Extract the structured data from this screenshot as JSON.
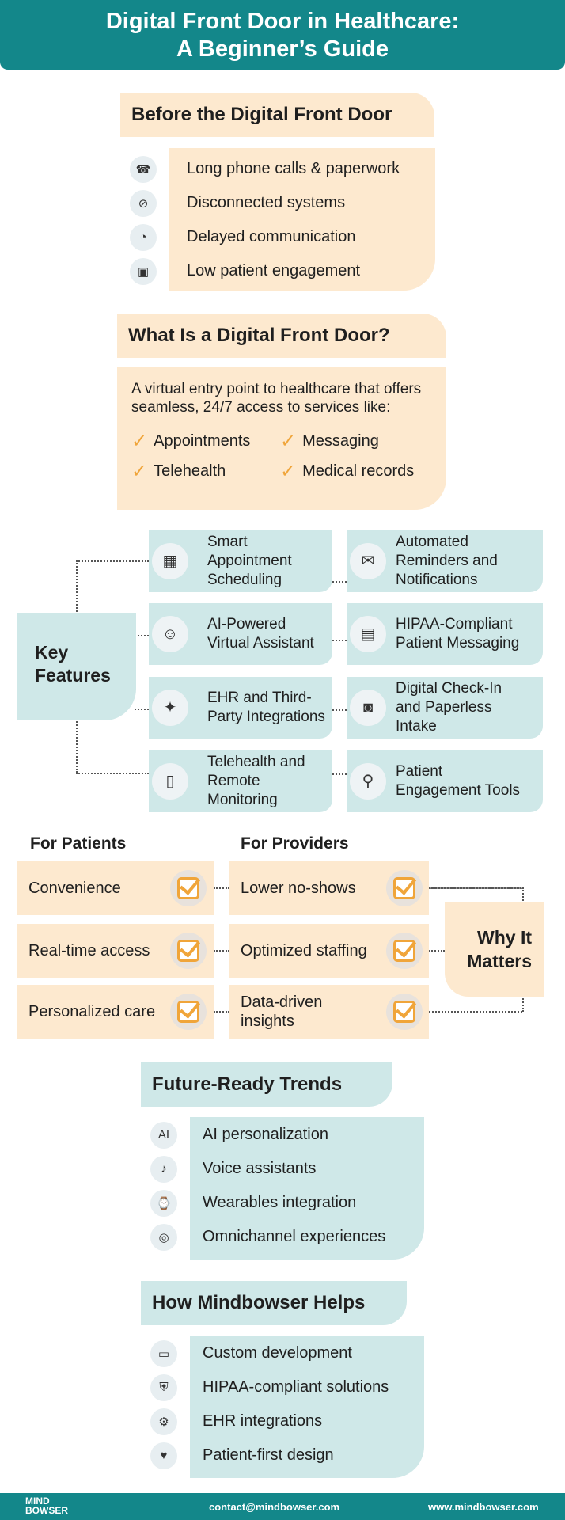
{
  "title": {
    "line1": "Digital Front Door in Healthcare:",
    "line2": "A Beginner’s Guide"
  },
  "before": {
    "heading": "Before the Digital Front Door",
    "items": [
      {
        "label": "Long phone calls & paperwork",
        "icon": "phone-icon"
      },
      {
        "label": "Disconnected systems",
        "icon": "wifi-off-icon"
      },
      {
        "label": "Delayed communication",
        "icon": "chat-clock-icon"
      },
      {
        "label": "Low patient engagement",
        "icon": "patient-card-icon"
      }
    ]
  },
  "what": {
    "heading": "What Is a Digital Front Door?",
    "description": "A virtual entry point to healthcare that offers seamless, 24/7 access to services like:",
    "services": [
      "Appointments",
      "Messaging",
      "Telehealth",
      "Medical records"
    ]
  },
  "features": {
    "heading_line1": "Key",
    "heading_line2": "Features",
    "items": [
      {
        "label": "Smart Appointment Scheduling",
        "icon": "calendar-check-icon"
      },
      {
        "label": "Automated Reminders and Notifications",
        "icon": "envelope-lock-icon"
      },
      {
        "label": "AI-Powered Virtual Assistant",
        "icon": "assistant-laptop-icon"
      },
      {
        "label": "HIPAA-Compliant Patient Messaging",
        "icon": "secure-message-icon"
      },
      {
        "label": "EHR and Third-Party Integrations",
        "icon": "puzzle-icon"
      },
      {
        "label": "Digital Check-In and Paperless Intake",
        "icon": "check-in-icon"
      },
      {
        "label": "Telehealth and Remote Monitoring",
        "icon": "phone-monitor-icon"
      },
      {
        "label": "Patient Engagement Tools",
        "icon": "magnifier-people-icon"
      }
    ]
  },
  "why": {
    "patients_heading": "For Patients",
    "providers_heading": "For Providers",
    "heading_line1": "Why It",
    "heading_line2": "Matters",
    "patients": [
      "Convenience",
      "Real-time access",
      "Personalized care"
    ],
    "providers": [
      "Lower no-shows",
      "Optimized staffing",
      "Data-driven insights"
    ]
  },
  "trends": {
    "heading": "Future-Ready Trends",
    "items": [
      {
        "label": "AI personalization",
        "icon": "ai-chip-icon"
      },
      {
        "label": "Voice assistants",
        "icon": "microphone-icon"
      },
      {
        "label": "Wearables integration",
        "icon": "wearable-icon"
      },
      {
        "label": "Omnichannel experiences",
        "icon": "omnichannel-icon"
      }
    ]
  },
  "helps": {
    "heading": "How Mindbowser Helps",
    "items": [
      {
        "label": "Custom development",
        "icon": "monitor-gear-icon"
      },
      {
        "label": "HIPAA-compliant solutions",
        "icon": "shield-hand-icon"
      },
      {
        "label": "EHR integrations",
        "icon": "gear-network-icon"
      },
      {
        "label": "Patient-first design",
        "icon": "person-heart-icon"
      }
    ]
  },
  "footer": {
    "logo_line1": "MIND",
    "logo_line2": "BOWSER",
    "email": "contact@mindbowser.com",
    "website": "www.mindbowser.com"
  },
  "colors": {
    "teal": "#13878a",
    "peach": "#fde9cf",
    "light_teal": "#cfe8e8",
    "accent": "#f0a53a"
  }
}
